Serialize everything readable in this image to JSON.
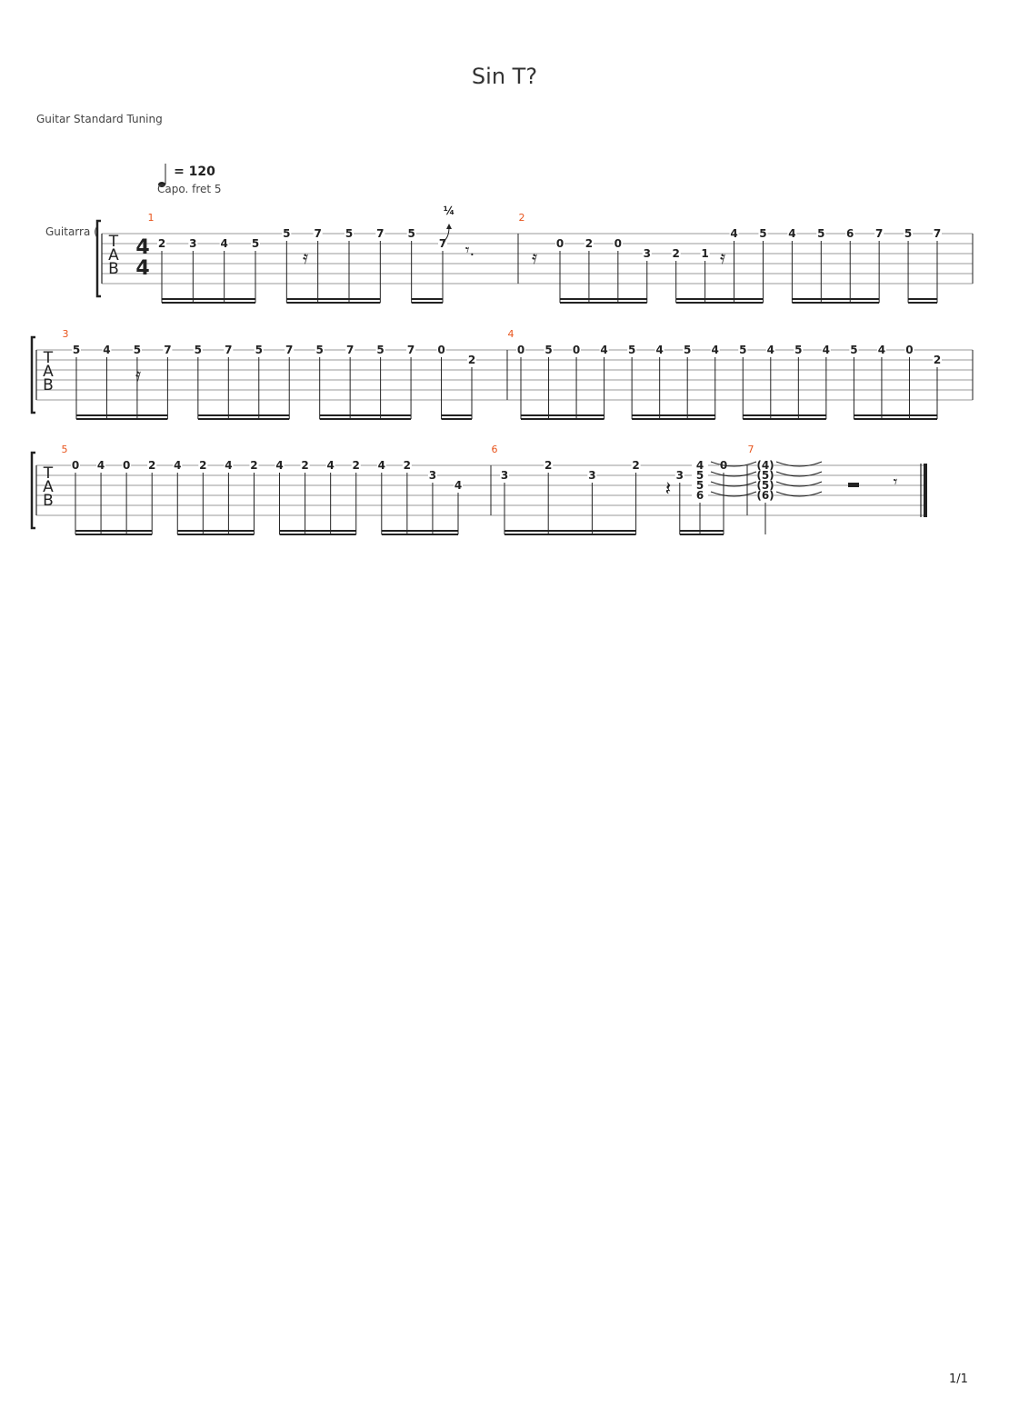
{
  "title": "Sin T?",
  "tuning": "Guitar Standard Tuning",
  "tempo": {
    "symbol": "=",
    "bpm": "120"
  },
  "capo": "Capo. fret 5",
  "instrument": "Guitarra (",
  "clef": [
    "T",
    "A",
    "B"
  ],
  "time_signature": {
    "top": "4",
    "bottom": "4"
  },
  "bend_label": "¼",
  "page_indicator": "1/1",
  "colors": {
    "measure_number": "#e8541c",
    "ink": "#222222",
    "staff_line": "#9a9a9a"
  },
  "systems": [
    {
      "measures": [
        {
          "number": "1",
          "notes": [
            {
              "fret": "2",
              "string": 1
            },
            {
              "fret": "3",
              "string": 1
            },
            {
              "fret": "4",
              "string": 1
            },
            {
              "fret": "5",
              "string": 1
            },
            {
              "fret": "5",
              "string": 0
            },
            {
              "fret": "7",
              "string": 0
            },
            {
              "fret": "5",
              "string": 0
            },
            {
              "fret": "7",
              "string": 0
            },
            {
              "fret": "5",
              "string": 0
            },
            {
              "fret": "7",
              "string": 1
            }
          ]
        },
        {
          "number": "2",
          "notes": [
            {
              "fret": "0",
              "string": 1
            },
            {
              "fret": "2",
              "string": 1
            },
            {
              "fret": "0",
              "string": 1
            },
            {
              "fret": "3",
              "string": 2
            },
            {
              "fret": "2",
              "string": 2
            },
            {
              "fret": "1",
              "string": 2
            },
            {
              "fret": "4",
              "string": 0
            },
            {
              "fret": "5",
              "string": 0
            },
            {
              "fret": "4",
              "string": 0
            },
            {
              "fret": "5",
              "string": 0
            },
            {
              "fret": "6",
              "string": 0
            },
            {
              "fret": "7",
              "string": 0
            },
            {
              "fret": "5",
              "string": 0
            },
            {
              "fret": "7",
              "string": 0
            }
          ]
        }
      ]
    },
    {
      "measures": [
        {
          "number": "3",
          "notes": [
            {
              "fret": "5",
              "string": 0
            },
            {
              "fret": "4",
              "string": 0
            },
            {
              "fret": "5",
              "string": 0
            },
            {
              "fret": "7",
              "string": 0
            },
            {
              "fret": "5",
              "string": 0
            },
            {
              "fret": "7",
              "string": 0
            },
            {
              "fret": "5",
              "string": 0
            },
            {
              "fret": "7",
              "string": 0
            },
            {
              "fret": "5",
              "string": 0
            },
            {
              "fret": "7",
              "string": 0
            },
            {
              "fret": "5",
              "string": 0
            },
            {
              "fret": "7",
              "string": 0
            },
            {
              "fret": "0",
              "string": 0
            },
            {
              "fret": "2",
              "string": 1
            }
          ]
        },
        {
          "number": "4",
          "notes": [
            {
              "fret": "0",
              "string": 0
            },
            {
              "fret": "5",
              "string": 0
            },
            {
              "fret": "0",
              "string": 0
            },
            {
              "fret": "4",
              "string": 0
            },
            {
              "fret": "5",
              "string": 0
            },
            {
              "fret": "4",
              "string": 0
            },
            {
              "fret": "5",
              "string": 0
            },
            {
              "fret": "4",
              "string": 0
            },
            {
              "fret": "5",
              "string": 0
            },
            {
              "fret": "4",
              "string": 0
            },
            {
              "fret": "5",
              "string": 0
            },
            {
              "fret": "4",
              "string": 0
            },
            {
              "fret": "5",
              "string": 0
            },
            {
              "fret": "4",
              "string": 0
            },
            {
              "fret": "0",
              "string": 0
            },
            {
              "fret": "2",
              "string": 1
            }
          ]
        }
      ]
    },
    {
      "measures": [
        {
          "number": "5",
          "notes": [
            {
              "fret": "0",
              "string": 0
            },
            {
              "fret": "4",
              "string": 0
            },
            {
              "fret": "0",
              "string": 0
            },
            {
              "fret": "2",
              "string": 0
            },
            {
              "fret": "4",
              "string": 0
            },
            {
              "fret": "2",
              "string": 0
            },
            {
              "fret": "4",
              "string": 0
            },
            {
              "fret": "2",
              "string": 0
            },
            {
              "fret": "4",
              "string": 0
            },
            {
              "fret": "2",
              "string": 0
            },
            {
              "fret": "4",
              "string": 0
            },
            {
              "fret": "2",
              "string": 0
            },
            {
              "fret": "4",
              "string": 0
            },
            {
              "fret": "2",
              "string": 0
            },
            {
              "fret": "3",
              "string": 1
            },
            {
              "fret": "4",
              "string": 2
            }
          ]
        },
        {
          "number": "6",
          "notes": [
            {
              "fret": "3",
              "string": 1
            },
            {
              "fret": "2",
              "string": 0
            },
            {
              "fret": "3",
              "string": 1
            },
            {
              "fret": "2",
              "string": 0
            },
            {
              "fret": "3",
              "string": 1
            },
            {
              "fret": "0",
              "string": 0
            }
          ],
          "chord": [
            "4",
            "5",
            "5",
            "6"
          ]
        },
        {
          "number": "7",
          "chord": [
            "(4)",
            "(5)",
            "(5)",
            "(6)"
          ]
        }
      ]
    }
  ]
}
